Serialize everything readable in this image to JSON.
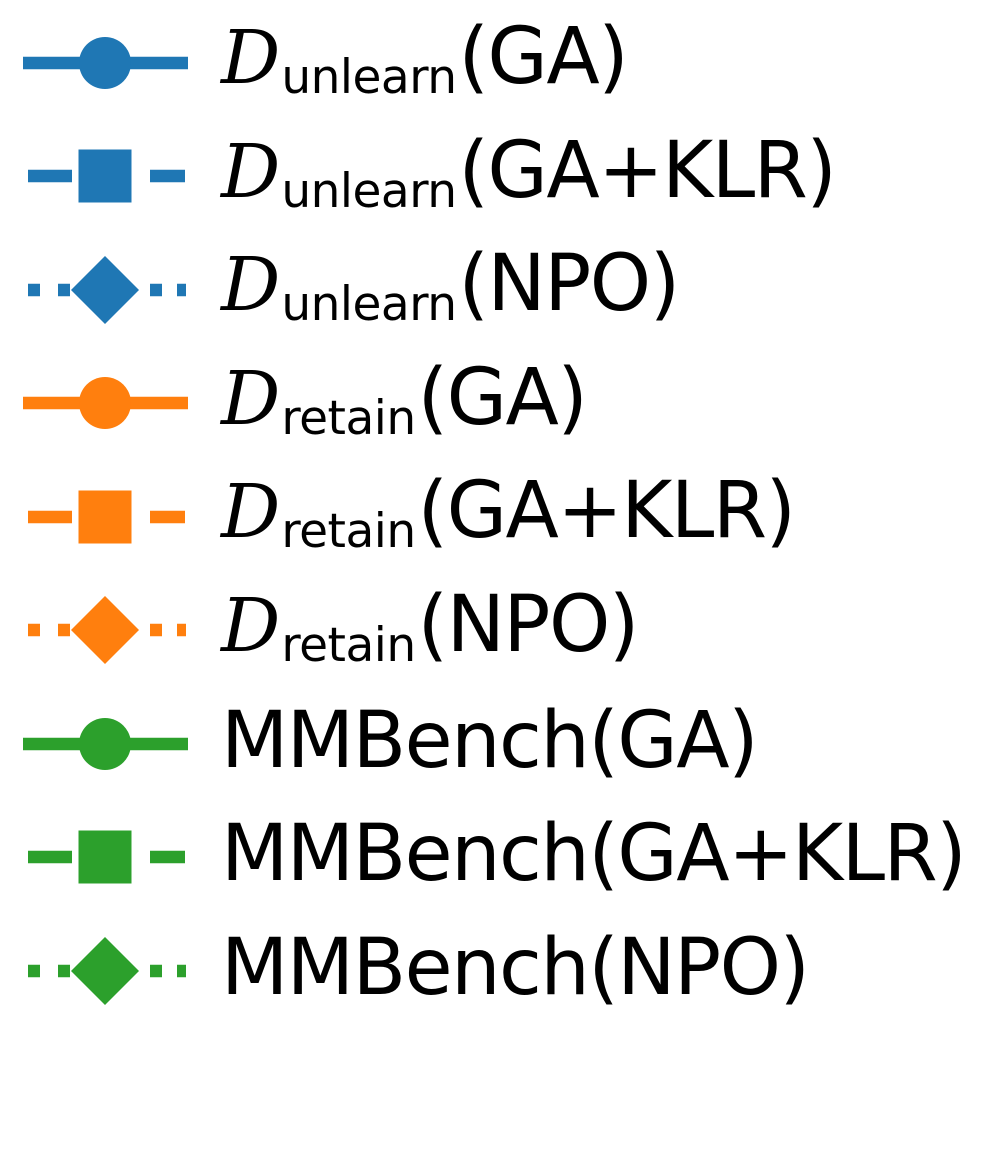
{
  "colors": {
    "blue": "#1f77b4",
    "orange": "#ff7f0e",
    "green": "#2ca02c",
    "text": "#000000",
    "background": "#ffffff"
  },
  "legend": {
    "items": [
      {
        "script_d": "D",
        "sub": "unlearn",
        "rest": "(GA)",
        "color": "#1f77b4",
        "linestyle": "solid",
        "marker": "circle"
      },
      {
        "script_d": "D",
        "sub": "unlearn",
        "rest": "(GA+KLR)",
        "color": "#1f77b4",
        "linestyle": "dashed",
        "marker": "square"
      },
      {
        "script_d": "D",
        "sub": "unlearn",
        "rest": "(NPO)",
        "color": "#1f77b4",
        "linestyle": "dotted",
        "marker": "diamond"
      },
      {
        "script_d": "D",
        "sub": "retain",
        "rest": "(GA)",
        "color": "#ff7f0e",
        "linestyle": "solid",
        "marker": "circle"
      },
      {
        "script_d": "D",
        "sub": "retain",
        "rest": "(GA+KLR)",
        "color": "#ff7f0e",
        "linestyle": "dashed",
        "marker": "square"
      },
      {
        "script_d": "D",
        "sub": "retain",
        "rest": "(NPO)",
        "color": "#ff7f0e",
        "linestyle": "dotted",
        "marker": "diamond"
      },
      {
        "prefix": "MMBench",
        "rest": "(GA)",
        "color": "#2ca02c",
        "linestyle": "solid",
        "marker": "circle"
      },
      {
        "prefix": "MMBench",
        "rest": "(GA+KLR)",
        "color": "#2ca02c",
        "linestyle": "dashed",
        "marker": "square"
      },
      {
        "prefix": "MMBench",
        "rest": "(NPO)",
        "color": "#2ca02c",
        "linestyle": "dotted",
        "marker": "diamond"
      }
    ]
  },
  "chart_data": {
    "type": "line",
    "legend_only": true,
    "note": "Standalone figure legend; no axes or data points are visible in the image.",
    "series": [
      {
        "name": "D_unlearn(GA)",
        "color": "#1f77b4",
        "linestyle": "solid",
        "marker": "circle"
      },
      {
        "name": "D_unlearn(GA+KLR)",
        "color": "#1f77b4",
        "linestyle": "dashed",
        "marker": "square"
      },
      {
        "name": "D_unlearn(NPO)",
        "color": "#1f77b4",
        "linestyle": "dotted",
        "marker": "diamond"
      },
      {
        "name": "D_retain(GA)",
        "color": "#ff7f0e",
        "linestyle": "solid",
        "marker": "circle"
      },
      {
        "name": "D_retain(GA+KLR)",
        "color": "#ff7f0e",
        "linestyle": "dashed",
        "marker": "square"
      },
      {
        "name": "D_retain(NPO)",
        "color": "#ff7f0e",
        "linestyle": "dotted",
        "marker": "diamond"
      },
      {
        "name": "MMBench(GA)",
        "color": "#2ca02c",
        "linestyle": "solid",
        "marker": "circle"
      },
      {
        "name": "MMBench(GA+KLR)",
        "color": "#2ca02c",
        "linestyle": "dashed",
        "marker": "square"
      },
      {
        "name": "MMBench(NPO)",
        "color": "#2ca02c",
        "linestyle": "dotted",
        "marker": "diamond"
      }
    ],
    "legend_position": "upper left"
  }
}
